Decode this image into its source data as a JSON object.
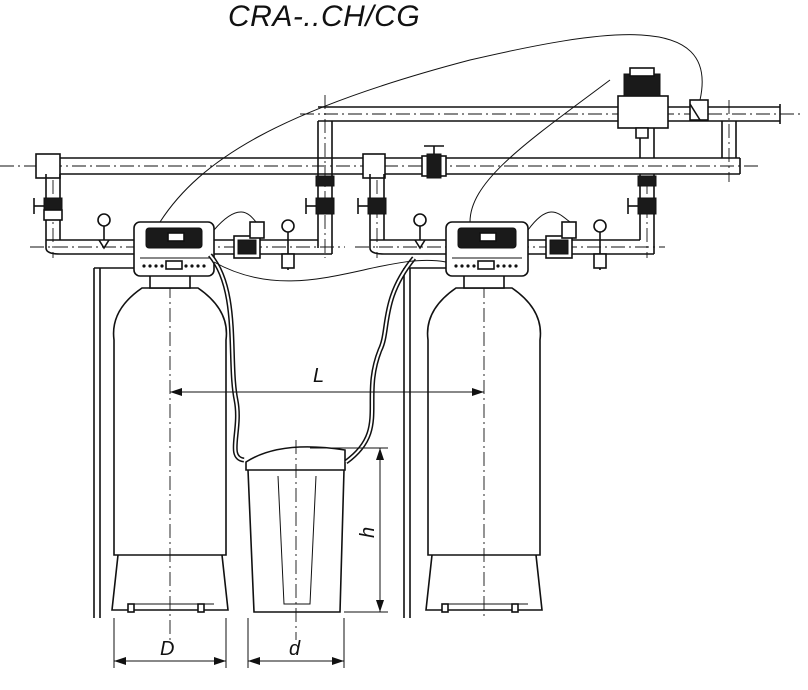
{
  "title": "CRA-..CH/CG",
  "dimensions": {
    "L": "L",
    "D": "D",
    "d": "d",
    "h": "h"
  },
  "colors": {
    "line": "#111111",
    "background": "#ffffff"
  }
}
